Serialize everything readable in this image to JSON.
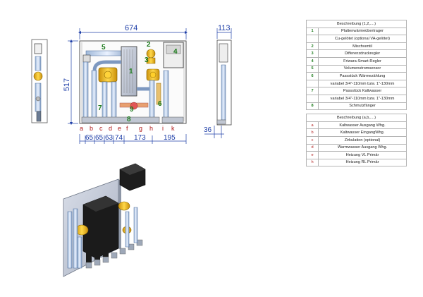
{
  "front_view": {
    "width_dim": "674",
    "height_dim": "517",
    "component_numbers": [
      "1",
      "2",
      "3",
      "4",
      "5",
      "6",
      "7",
      "8",
      "9"
    ],
    "connection_letters": [
      "a",
      "b",
      "c",
      "d",
      "e",
      "f",
      "g",
      "h",
      "i",
      "k"
    ],
    "bottom_dims": [
      "65",
      "65",
      "63",
      "74",
      "173",
      "195"
    ]
  },
  "side_view": {
    "depth_dim": "113",
    "offset_dim": "36"
  },
  "legend": {
    "components_header": "Beschreibung (1,2,....)",
    "components": [
      {
        "key": "1",
        "text": "Plattenwärmeübertrager"
      },
      {
        "key": "",
        "text": "Cu-gelötet (optional VA-gelötet)"
      },
      {
        "key": "2",
        "text": "Mischventil"
      },
      {
        "key": "3",
        "text": "Differenzdruckregler"
      },
      {
        "key": "4",
        "text": "Friwara-Smart-Regler"
      },
      {
        "key": "5",
        "text": "Volumenstromsensor"
      },
      {
        "key": "6",
        "text": "Passstück Wärmezählung"
      },
      {
        "key": "",
        "text": "variabel 3/4\"-110mm bzw. 1\"-130mm"
      },
      {
        "key": "7",
        "text": "Passstück Kaltwasser"
      },
      {
        "key": "",
        "text": "variabel 3/4\"-110mm bzw. 1\"-130mm"
      },
      {
        "key": "8",
        "text": "Schmutzfänger"
      }
    ],
    "connections_header": "Beschreibung (a,b,....)",
    "connections": [
      {
        "key": "a",
        "text": "Kaltwasser Ausgang Whg."
      },
      {
        "key": "b",
        "text": "Kaltwasser EingangWhg."
      },
      {
        "key": "c",
        "text": "Zirkulation (optional)"
      },
      {
        "key": "d",
        "text": "Warmwasser Ausgang Whg."
      },
      {
        "key": "e",
        "text": "Heizung VL Primär"
      },
      {
        "key": "h",
        "text": "Heizung RL Primär"
      }
    ]
  },
  "colors": {
    "dimension": "#1f3fa8",
    "connection_label": "#b01818",
    "component_number": "#1a7a1a",
    "valve_body": "#e8b418",
    "insulation": "#1b1b1b"
  }
}
